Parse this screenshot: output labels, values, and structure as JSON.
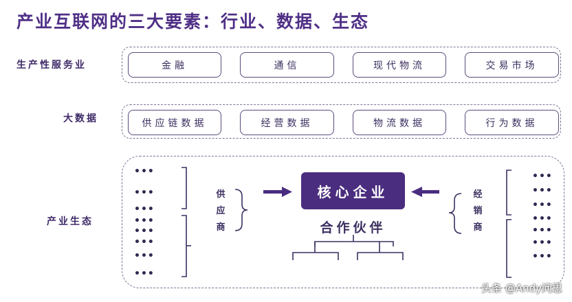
{
  "title": "产业互联网的三大要素：行业、数据、生态",
  "rows": {
    "services": {
      "label": "生产性服务业",
      "items": [
        "金融",
        "通信",
        "现代物流",
        "交易市场"
      ]
    },
    "bigdata": {
      "label": "大数据",
      "items": [
        "供应链数据",
        "经营数据",
        "物流数据",
        "行为数据"
      ]
    },
    "ecosystem": {
      "label": "产业生态",
      "core": "核心企业",
      "partners": "合作伙伴",
      "supplier": "供\n应\n商",
      "dealer": "经\n销\n商",
      "dots": "•••"
    }
  },
  "watermark": "头条 @Andy问思",
  "colors": {
    "primary": "#4a2d7f",
    "frame": "#7b7394"
  }
}
